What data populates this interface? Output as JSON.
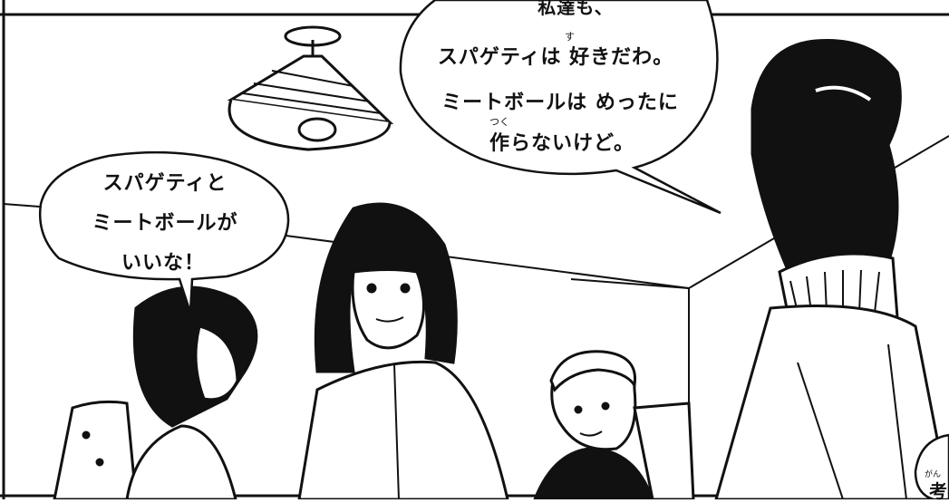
{
  "bubble_right": {
    "line1": "私達も、",
    "line2": "スパゲティは 好きだわ。",
    "line3": "ミートボールは めったに",
    "line4": "作らないけど。",
    "ruby_like": "す",
    "ruby_make": "つく"
  },
  "bubble_left": {
    "line1": "スパゲティと",
    "line2": "ミートボールが",
    "line3": "いいな！"
  },
  "bubble_corner": {
    "ruby": "がん",
    "text": "考"
  }
}
